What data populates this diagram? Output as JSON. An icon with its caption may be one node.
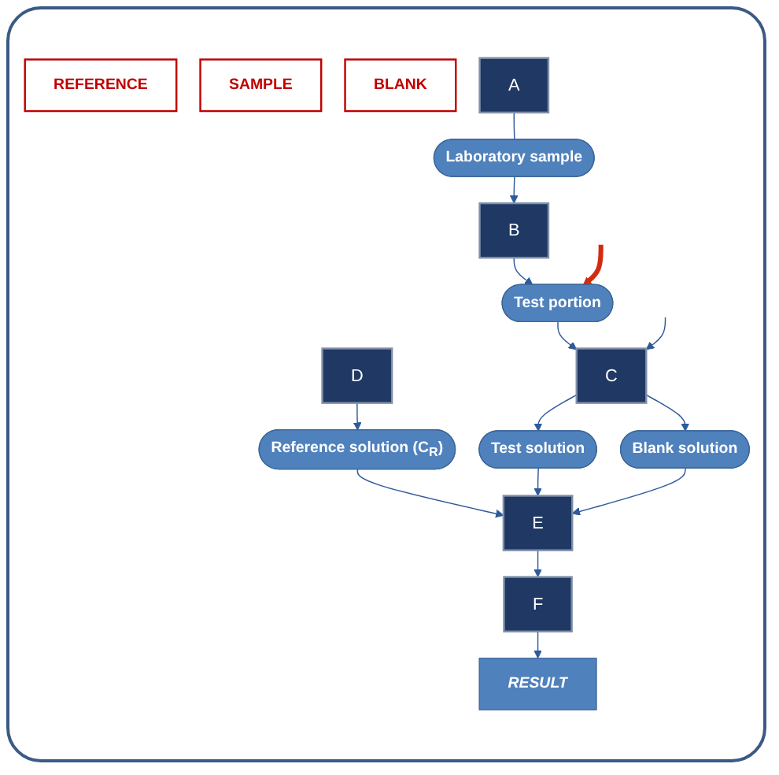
{
  "diagram": {
    "nodes": [
      {
        "text": [
          "REFERENCE"
        ]
      },
      {
        "text": [
          "SAMPLE"
        ]
      },
      {
        "text": [
          "BLANK"
        ]
      },
      {
        "text": [
          "A"
        ]
      },
      {
        "text": [
          "Laboratory sample"
        ]
      },
      {
        "text": [
          "B"
        ]
      },
      {
        "text": [
          "Test portion"
        ]
      },
      {
        "text": [
          "D"
        ]
      },
      {
        "text": [
          "C"
        ]
      },
      {
        "text": [
          "Reference solution (C$_{R}$)"
        ]
      },
      {
        "text": [
          "Test solution"
        ]
      },
      {
        "text": [
          "Blank solution"
        ]
      },
      {
        "text": [
          "E"
        ]
      },
      {
        "text": [
          "F"
        ]
      },
      {
        "text": [
          "RESULT"
        ]
      }
    ],
    "edges": [
      {
        "from": 3,
        "to": 4,
        "arrow": "none"
      },
      {
        "from": 4,
        "to": 5,
        "arrow": "to"
      },
      {
        "from": 5,
        "to": 6,
        "arrow": "to"
      },
      {
        "from": 6,
        "to": 8,
        "arrow": "to"
      },
      {
        "from": null,
        "to": 8,
        "arrow": "to"
      },
      {
        "from": null,
        "to": 6,
        "arrow": "to",
        "style": "thick",
        "color": "#d42a10"
      },
      {
        "from": 7,
        "to": 9,
        "arrow": "to"
      },
      {
        "from": 8,
        "to": 10,
        "arrow": "to"
      },
      {
        "from": 8,
        "to": 11,
        "arrow": "to"
      },
      {
        "from": 9,
        "to": 12,
        "arrow": "to"
      },
      {
        "from": 10,
        "to": 12,
        "arrow": "to"
      },
      {
        "from": 11,
        "to": 12,
        "arrow": "to"
      },
      {
        "from": 12,
        "to": 13,
        "arrow": "to"
      },
      {
        "from": 13,
        "to": 14,
        "arrow": "to"
      }
    ]
  }
}
